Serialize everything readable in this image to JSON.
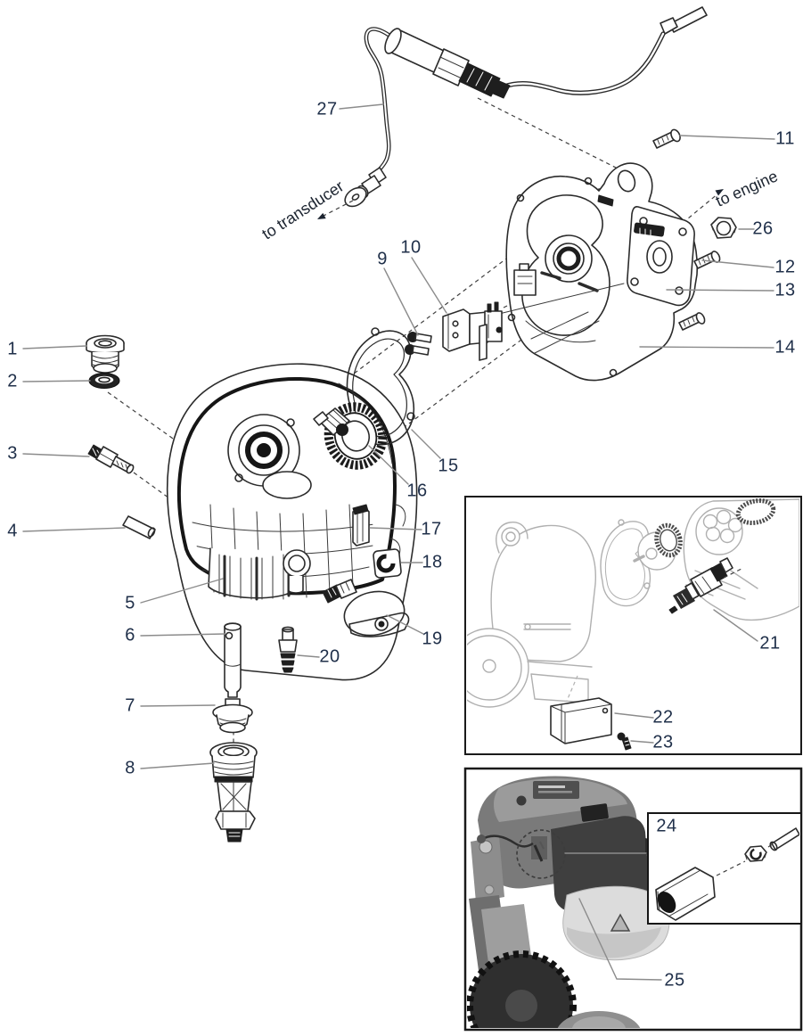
{
  "figure": {
    "kind": "exploded-parts-diagram",
    "annotations": {
      "to_transducer": "to transducer",
      "to_engine": "to engine"
    },
    "callouts": {
      "c1": "1",
      "c2": "2",
      "c3": "3",
      "c4": "4",
      "c5": "5",
      "c6": "6",
      "c7": "7",
      "c8": "8",
      "c9": "9",
      "c10": "10",
      "c11": "11",
      "c12": "12",
      "c13": "13",
      "c14": "14",
      "c15": "15",
      "c16": "16",
      "c17": "17",
      "c18": "18",
      "c19": "19",
      "c20": "20",
      "c21": "21",
      "c22": "22",
      "c23": "23",
      "c24": "24",
      "c25": "25",
      "c26": "26",
      "c27": "27"
    },
    "colors": {
      "label_text": "#20304a",
      "leader_line": "#8c8c8c",
      "line_art": "#2b2b2b",
      "inset_line_art": "#b0b0b0",
      "box_border": "#1a1a1a"
    }
  }
}
